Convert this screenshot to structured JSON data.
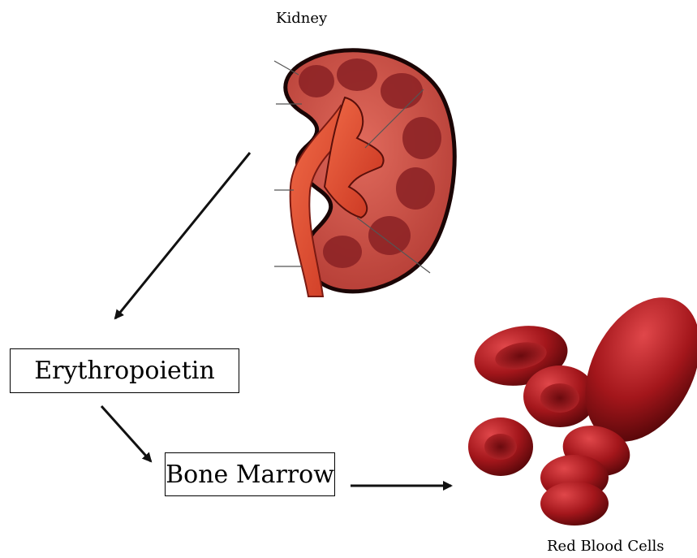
{
  "labels": {
    "kidney": "Kidney",
    "red_blood_cells": "Red Blood Cells"
  },
  "boxes": {
    "erythropoietin": "Erythropoietin",
    "bone_marrow": "Bone Marrow"
  },
  "colors": {
    "kidney_cortex": "#c64a3f",
    "kidney_medulla": "#8e2426",
    "pelvis": "#e2553c",
    "rbc": "#a8161a",
    "arrow": "#111111"
  }
}
